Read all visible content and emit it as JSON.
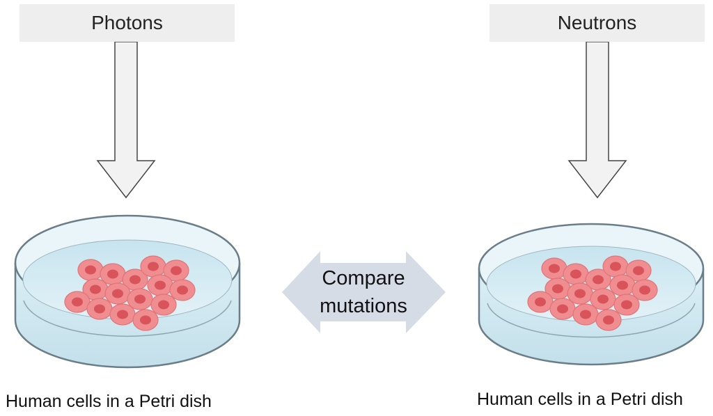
{
  "left_panel": {
    "source_label": "Photons",
    "caption": "Human cells in a Petri dish"
  },
  "right_panel": {
    "source_label": "Neutrons",
    "caption": "Human cells in a Petri dish"
  },
  "center": {
    "line1": "Compare",
    "line2": "mutations"
  },
  "colors": {
    "label_bg": "#eeeeee",
    "arrow_fill": "#f2f2f2",
    "arrow_stroke": "#444444",
    "dish_liquid": "#d3eaf2",
    "dish_rim": "#6a7d88",
    "cell_body": "#f08d90",
    "cell_nucleus": "#d9535a",
    "double_arrow": "#d6dce6"
  }
}
